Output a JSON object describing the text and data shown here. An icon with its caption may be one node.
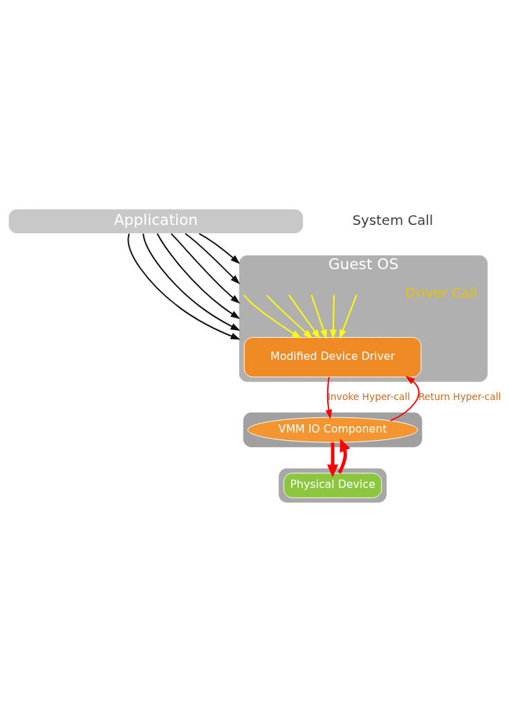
{
  "diagram": {
    "nodes": [
      {
        "text": [
          "Application"
        ]
      },
      {
        "text": [
          "Guest OS"
        ]
      },
      {
        "text": [
          "Modified Device Driver"
        ],
        "in": 1
      },
      {
        "text": [],
        "shape": "box"
      },
      {
        "text": [
          "VMM IO Component"
        ],
        "in": 3
      },
      {
        "text": [],
        "shape": "box"
      },
      {
        "text": [
          "Physical Device"
        ],
        "in": 5
      }
    ],
    "edges": [
      {
        "from": 0,
        "to": 1,
        "arrow": "to"
      },
      {
        "from": 0,
        "to": 1,
        "arrow": "to"
      },
      {
        "from": 0,
        "to": 1,
        "arrow": "to"
      },
      {
        "from": 0,
        "to": 1,
        "arrow": "to"
      },
      {
        "from": 0,
        "to": 1,
        "arrow": "to"
      },
      {
        "from": 0,
        "to": 1,
        "arrow": "to"
      },
      {
        "from": null,
        "to": 2,
        "arrow": "to",
        "color": "#ffff00"
      },
      {
        "from": null,
        "to": 2,
        "arrow": "to",
        "color": "#ffff00"
      },
      {
        "from": null,
        "to": 2,
        "arrow": "to",
        "color": "#ffff00"
      },
      {
        "from": null,
        "to": 2,
        "arrow": "to",
        "color": "#ffff00"
      },
      {
        "from": null,
        "to": 2,
        "arrow": "to",
        "color": "#ffff00"
      },
      {
        "from": null,
        "to": 2,
        "arrow": "to",
        "color": "#ffff00"
      },
      {
        "from": 4,
        "to": 2,
        "arrow": "to",
        "label": "Return Hyper-call",
        "color": "#ff0000"
      },
      {
        "from": 2,
        "to": 4,
        "arrow": "to",
        "label": "Invoke Hyper-call",
        "color": "#ff0000"
      },
      {
        "from": 6,
        "to": 4,
        "arrow": "to",
        "style": "thick",
        "color": "#ff0000"
      },
      {
        "from": 4,
        "to": 6,
        "arrow": "to",
        "style": "thick",
        "color": "#ff0000"
      }
    ],
    "labels": [
      "System Call",
      "Driver Call"
    ]
  }
}
